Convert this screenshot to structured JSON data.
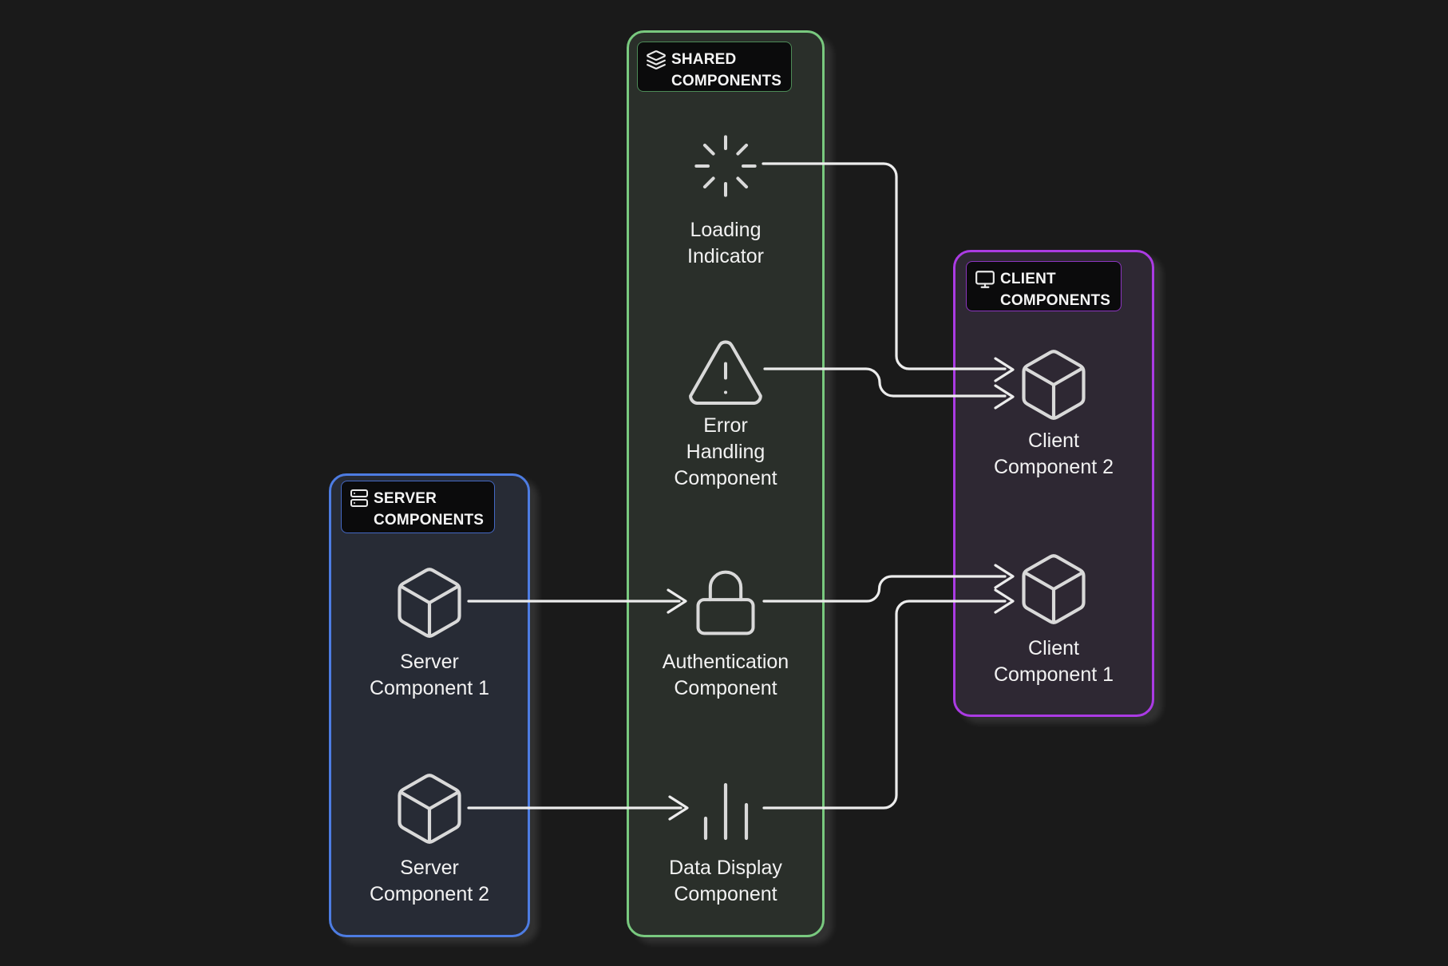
{
  "background": "#1a1a1a",
  "connector_color": "#ececec",
  "groups": {
    "server": {
      "title_lines": [
        "SERVER",
        "COMPONENTS"
      ],
      "icon": "server-icon",
      "accent": "#4d7ce2",
      "fill": "#272b35",
      "nodes": {
        "server_component_1": {
          "icon": "cube-icon",
          "label_lines": [
            "Server",
            "Component 1"
          ]
        },
        "server_component_2": {
          "icon": "cube-icon",
          "label_lines": [
            "Server",
            "Component 2"
          ]
        }
      }
    },
    "shared": {
      "title_lines": [
        "SHARED",
        "COMPONENTS"
      ],
      "icon": "layers-icon",
      "accent": "#79c97f",
      "fill": "#2a2f2a",
      "nodes": {
        "loading_indicator": {
          "icon": "spinner-icon",
          "label_lines": [
            "Loading",
            "Indicator"
          ]
        },
        "error_handling": {
          "icon": "alert-triangle-icon",
          "label_lines": [
            "Error",
            "Handling",
            "Component"
          ]
        },
        "authentication": {
          "icon": "lock-icon",
          "label_lines": [
            "Authentication",
            "Component"
          ]
        },
        "data_display": {
          "icon": "bar-chart-icon",
          "label_lines": [
            "Data Display",
            "Component"
          ]
        }
      }
    },
    "client": {
      "title_lines": [
        "CLIENT",
        "COMPONENTS"
      ],
      "icon": "monitor-icon",
      "accent": "#ab3be4",
      "fill": "#2e2833",
      "nodes": {
        "client_component_2": {
          "icon": "cube-icon",
          "label_lines": [
            "Client",
            "Component 2"
          ]
        },
        "client_component_1": {
          "icon": "cube-icon",
          "label_lines": [
            "Client",
            "Component 1"
          ]
        }
      }
    }
  },
  "connections": [
    {
      "from": "Server Component 1",
      "to": "Authentication Component"
    },
    {
      "from": "Server Component 2",
      "to": "Data Display Component"
    },
    {
      "from": "Loading Indicator",
      "to": "Client Component 2"
    },
    {
      "from": "Error Handling Component",
      "to": "Client Component 2"
    },
    {
      "from": "Authentication Component",
      "to": "Client Component 1"
    },
    {
      "from": "Data Display Component",
      "to": "Client Component 1"
    }
  ]
}
